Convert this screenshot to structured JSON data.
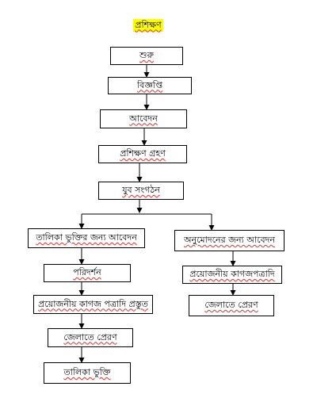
{
  "title": "প্রশিক্ষণ",
  "nodes": {
    "start": "শুরু",
    "notice": "বিজ্ঞপ্তি",
    "application": "আবেদন",
    "receive_training": "প্রশিক্ষণ গ্রহণ",
    "youth_org": "যুব সংগঠন",
    "listing_apply": "তালিকা ভুক্তির জন্য আবেদন",
    "inspection": "পরিদর্শন",
    "docs_prepare": "প্রয়োজনীয় কাগজ পত্রাদি প্রস্তুত",
    "send_district_left": "জেলাতে প্রেরণ",
    "listed": "তালিকা ভুক্তি",
    "approval_apply": "অনুমোদনের জন্য আবেদন",
    "docs_needed": "প্রয়োজনীয় কাগজপত্রাদি",
    "send_district_right": "জেলাতে প্রেরণ"
  }
}
